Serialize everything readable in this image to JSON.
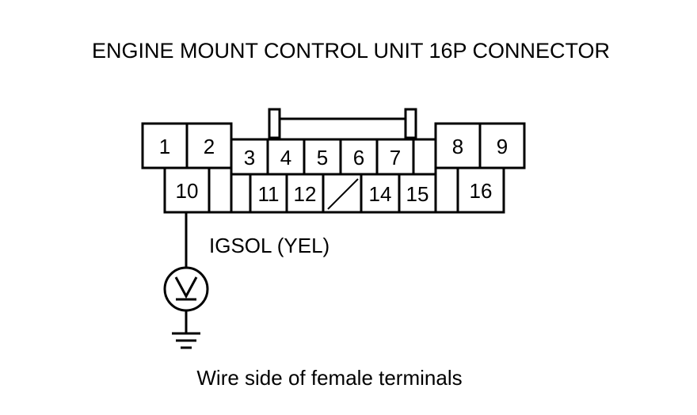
{
  "title": "ENGINE MOUNT CONTROL UNIT 16P CONNECTOR",
  "connector": {
    "pins": {
      "p1": "1",
      "p2": "2",
      "p3": "3",
      "p4": "4",
      "p5": "5",
      "p6": "6",
      "p7": "7",
      "p8": "8",
      "p9": "9",
      "p10": "10",
      "p11": "11",
      "p12": "12",
      "p14": "14",
      "p15": "15",
      "p16": "16"
    }
  },
  "wire_label": "IGSOL (YEL)",
  "meter_icon": "voltmeter-icon",
  "ground_icon": "ground-icon",
  "caption": "Wire side of female terminals"
}
